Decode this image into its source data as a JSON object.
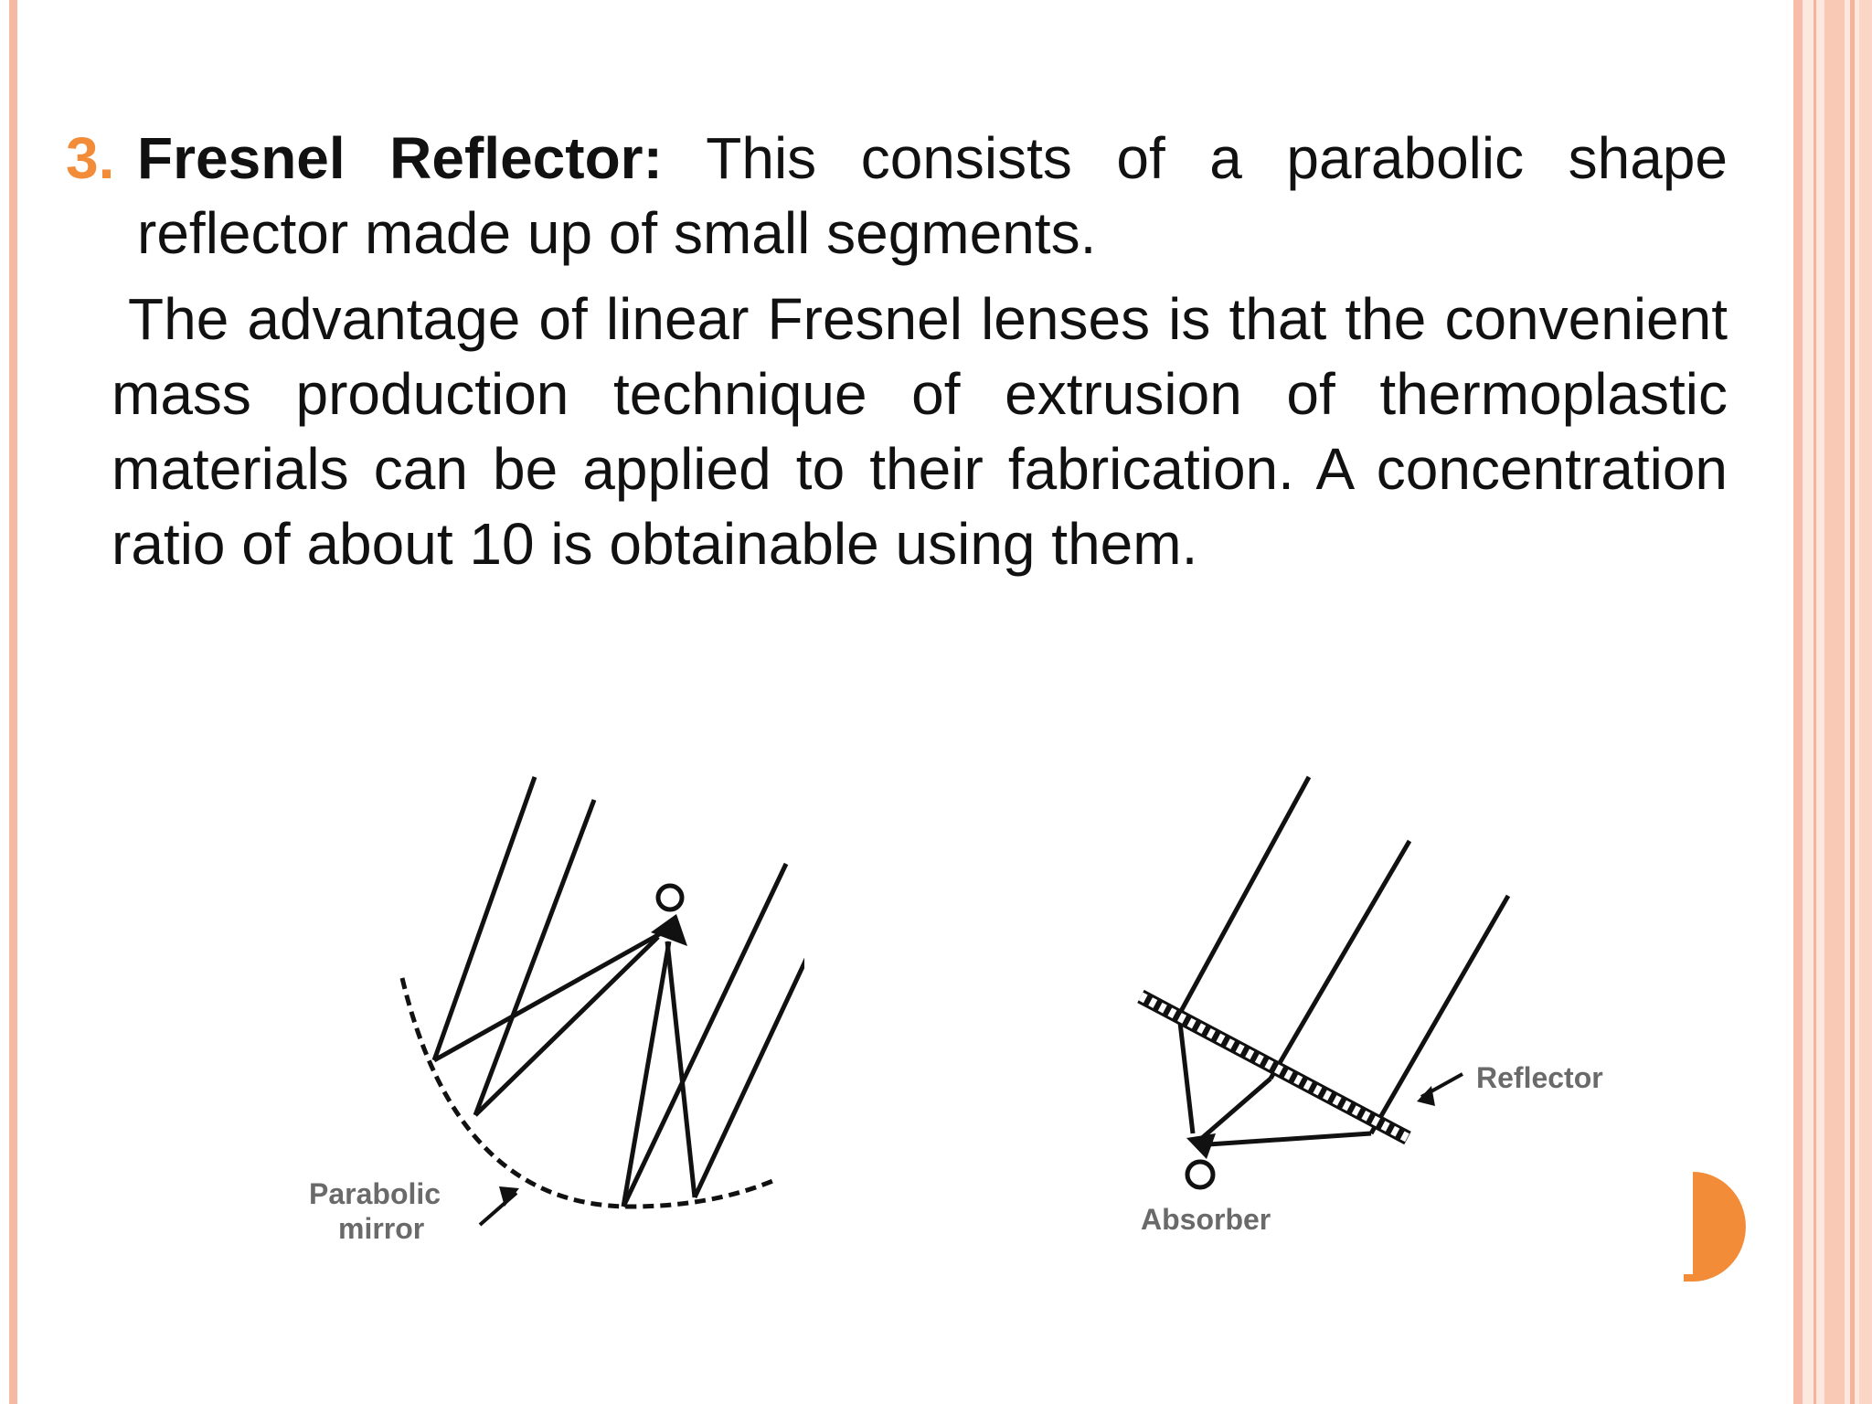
{
  "slide": {
    "point_number": "3.",
    "point_title": "Fresnel Reflector:",
    "point_text": " This consists of a parabolic shape reflector made up of small segments.",
    "paragraph": "The advantage of linear Fresnel lenses is that the convenient mass production technique of extrusion of thermoplastic materials can be applied to their fabrication. A concentration ratio of about 10 is obtainable using them."
  },
  "figure_left": {
    "label_line1": "Parabolic",
    "label_line2": "mirror"
  },
  "figure_right": {
    "reflector_label": "Reflector",
    "absorber_label": "Absorber"
  },
  "colors": {
    "accent": "#f28c38",
    "border": "#f6b9a4"
  }
}
